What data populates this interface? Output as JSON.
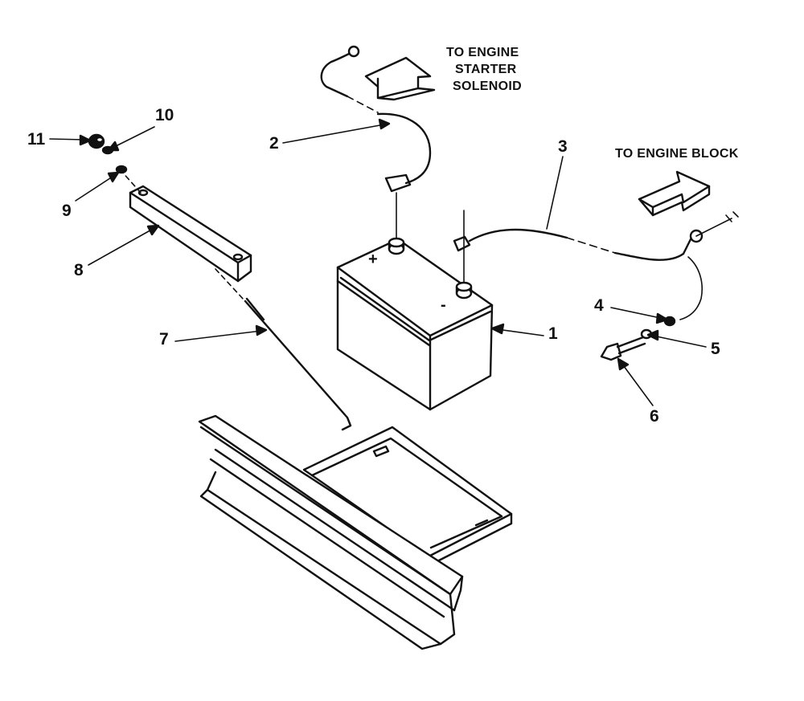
{
  "parts": [
    {
      "number": "1"
    },
    {
      "number": "2"
    },
    {
      "number": "3"
    },
    {
      "number": "4"
    },
    {
      "number": "5"
    },
    {
      "number": "6"
    },
    {
      "number": "7"
    },
    {
      "number": "8"
    },
    {
      "number": "9"
    },
    {
      "number": "10"
    },
    {
      "number": "11"
    }
  ],
  "callouts": {
    "starter": [
      "TO ENGINE",
      "STARTER",
      "SOLENOID"
    ],
    "block": "TO ENGINE BLOCK"
  },
  "terminals": {
    "positive": "+",
    "negative": "-"
  }
}
